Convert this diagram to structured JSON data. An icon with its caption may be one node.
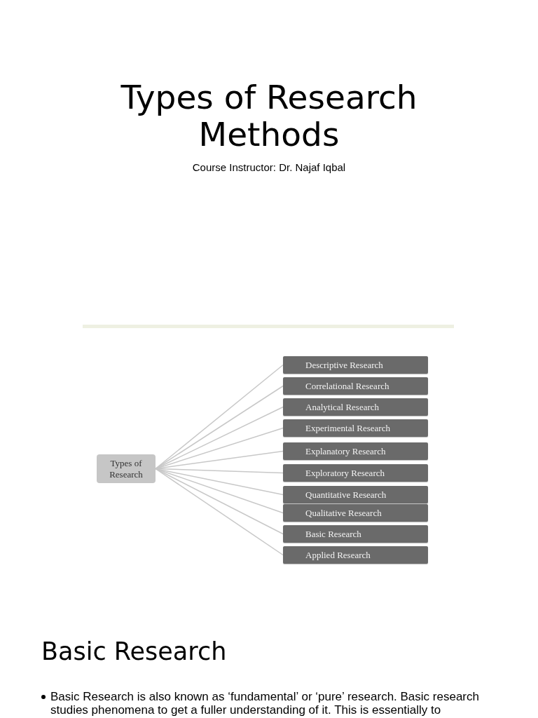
{
  "diagram": {
    "title": "Types of Research Methods",
    "nodes": [
      {
        "text": [
          "Types of Research"
        ]
      },
      {
        "text": [
          "Descriptive Research"
        ]
      },
      {
        "text": [
          "Correlational Research"
        ]
      },
      {
        "text": [
          "Analytical Research"
        ]
      },
      {
        "text": [
          "Experimental Research"
        ]
      },
      {
        "text": [
          "Explanatory Research"
        ]
      },
      {
        "text": [
          "Exploratory Research"
        ]
      },
      {
        "text": [
          "Quantitative Research"
        ]
      },
      {
        "text": [
          "Qualitative Research"
        ]
      },
      {
        "text": [
          "Basic Research"
        ]
      },
      {
        "text": [
          "Applied Research"
        ]
      }
    ],
    "edges": [
      {
        "from": 0,
        "to": 1,
        "arrow": "none"
      },
      {
        "from": 0,
        "to": 2,
        "arrow": "none"
      },
      {
        "from": 0,
        "to": 3,
        "arrow": "none"
      },
      {
        "from": 0,
        "to": 4,
        "arrow": "none"
      },
      {
        "from": 0,
        "to": 5,
        "arrow": "none"
      },
      {
        "from": 0,
        "to": 6,
        "arrow": "none"
      },
      {
        "from": 0,
        "to": 7,
        "arrow": "none"
      },
      {
        "from": 0,
        "to": 8,
        "arrow": "none"
      },
      {
        "from": 0,
        "to": 9,
        "arrow": "none"
      },
      {
        "from": 0,
        "to": 10,
        "arrow": "none"
      }
    ],
    "labels": [
      "Course Instructor: Dr. Najaf Iqbal",
      "Basic Research",
      "Basic Research is also known as ‘fundamental’ or ‘pure’ research. Basic research studies phenomena to get a fuller understanding of it. This is essentially to"
    ]
  }
}
